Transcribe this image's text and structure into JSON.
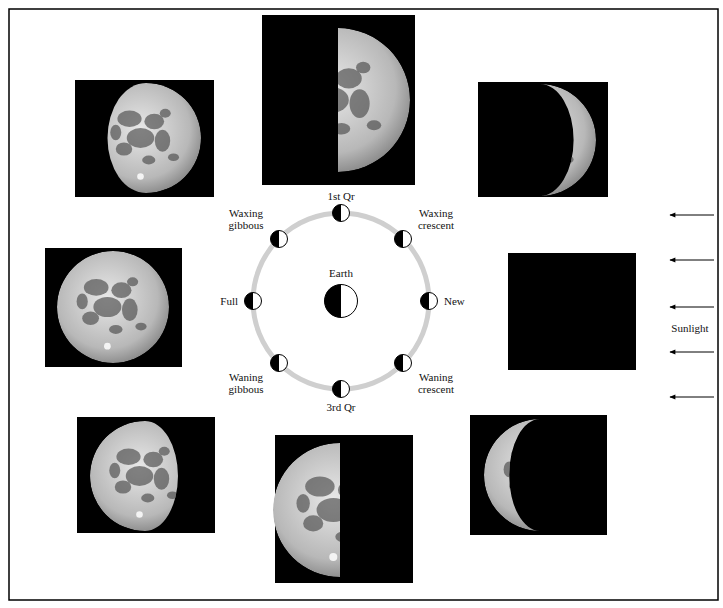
{
  "diagram": {
    "nodes": [
      {
        "text": [
          "1st Qr"
        ]
      },
      {
        "text": [
          "Waxing gibbous"
        ]
      },
      {
        "text": [
          "Waxing crescent"
        ]
      },
      {
        "text": [
          "Earth"
        ]
      },
      {
        "text": [
          "Full"
        ]
      },
      {
        "text": [
          "New"
        ]
      },
      {
        "text": [
          "Waning gibbous"
        ]
      },
      {
        "text": [
          "Waning crescent"
        ]
      },
      {
        "text": [
          "3rd Qr"
        ]
      }
    ],
    "labels": [
      "Sunlight"
    ]
  }
}
